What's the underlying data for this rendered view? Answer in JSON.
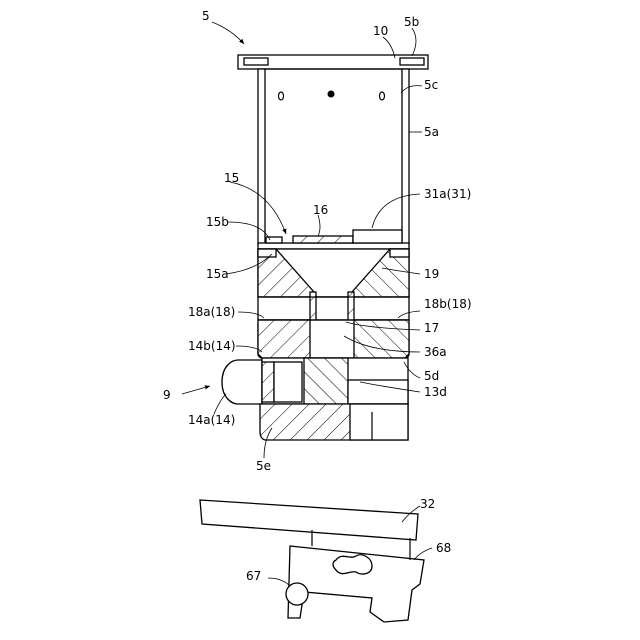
{
  "figure": {
    "labels": {
      "l5": "5",
      "l5b": "5b",
      "l10": "10",
      "l5c": "5c",
      "l5a": "5a",
      "l15": "15",
      "l31a": "31a(31)",
      "l15b": "15b",
      "l16": "16",
      "l15a": "15a",
      "l19": "19",
      "l18a": "18a(18)",
      "l18b": "18b(18)",
      "l17": "17",
      "l14b": "14b(14)",
      "l36a": "36a",
      "l5d": "5d",
      "l9": "9",
      "l13d": "13d",
      "l14a": "14a(14)",
      "l5e": "5e",
      "l32": "32",
      "l68": "68",
      "l67": "67"
    }
  }
}
